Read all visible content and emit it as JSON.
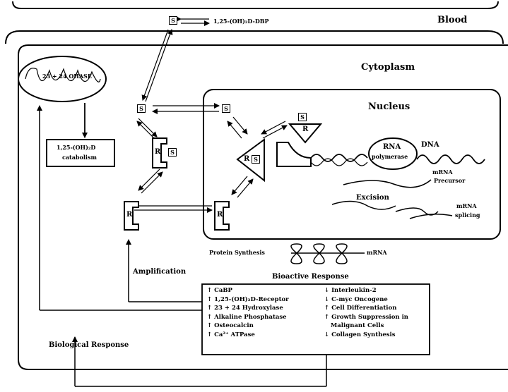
{
  "labels": {
    "blood": "Blood",
    "cytoplasm": "Cytoplasm",
    "nucleus": "Nucleus",
    "dbp": "1,25-(OH)₂D-DBP",
    "ohase": "23 + 24 OHASE",
    "catabolism_1": "1,25-(OH)₂D",
    "catabolism_2": "catabolism",
    "rna_1": "RNA",
    "rna_2": "polymerase",
    "dna": "DNA",
    "mrna_precursor_1": "mRNA",
    "mrna_precursor_2": "Precursor",
    "excision": "Excision",
    "mrna_splicing_1": "mRNA",
    "mrna_splicing_2": "splicing",
    "protein_synthesis": "Protein Synthesis",
    "mrna": "mRNA",
    "bioactive": "Bioactive Response",
    "amplification": "Amplification",
    "biological": "Biological Response",
    "s": "S",
    "r": "R"
  },
  "response_left": [
    "↑ CaBP",
    "↑ 1,25-(OH)₂D-Receptor",
    "↑ 23 + 24 Hydroxylase",
    "↑ Alkaline Phosphatase",
    "↑ Osteocalcin",
    "↑ Ca²⁺ ATPase"
  ],
  "response_right": [
    "↓ Interleukin-2",
    "↓ C-myc Oncogene",
    "↑ Cell Differentiation",
    "↑ Growth Suppression in",
    "   Malignant Cells",
    "↓ Collagen Synthesis"
  ]
}
